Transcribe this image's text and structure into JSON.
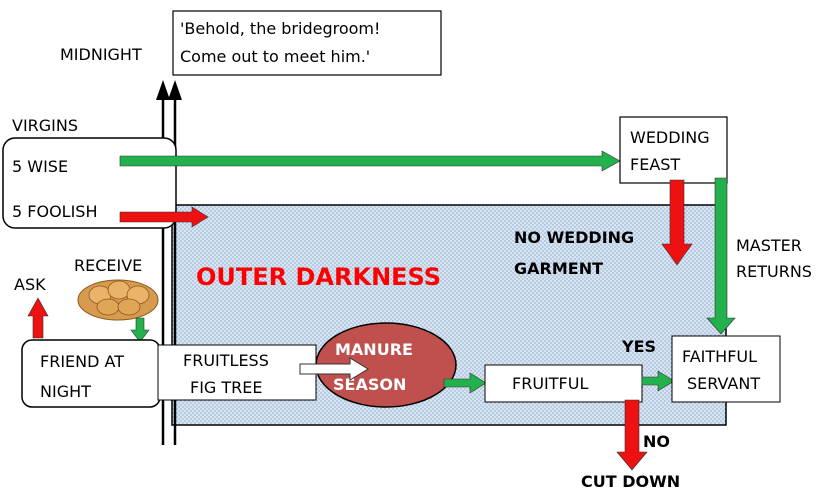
{
  "labels": {
    "midnight": "MIDNIGHT",
    "quote_line1": "'Behold, the bridegroom!",
    "quote_line2": "Come out to meet him.'",
    "virgins": "VIRGINS",
    "wise": "5 WISE",
    "foolish": "5 FOOLISH",
    "wedding_line1": "WEDDING",
    "wedding_line2": "FEAST",
    "no_wedding_line1": "NO WEDDING",
    "no_wedding_line2": "GARMENT",
    "master_line1": "MASTER",
    "master_line2": "RETURNS",
    "outer_darkness": "OUTER DARKNESS",
    "ask": "ASK",
    "receive": "RECEIVE",
    "friend_line1": "FRIEND AT",
    "friend_line2": "NIGHT",
    "fig_line1": "FRUITLESS",
    "fig_line2": "FIG TREE",
    "manure_line1": "MANURE",
    "manure_line2": "SEASON",
    "fruitful": "FRUITFUL",
    "yes": "YES",
    "faithful_line1": "FAITHFUL",
    "faithful_line2": "SERVANT",
    "no": "NO",
    "cut_down": "CUT DOWN"
  },
  "colors": {
    "green_arrow": "#22b14c",
    "red_arrow": "#ee1111",
    "darkness_fill": "#c9dcf0",
    "manure_fill": "#c0504d",
    "outer_darkness_text": "#ff0000"
  },
  "icons": {
    "bread": "bread-loaf-icon"
  }
}
